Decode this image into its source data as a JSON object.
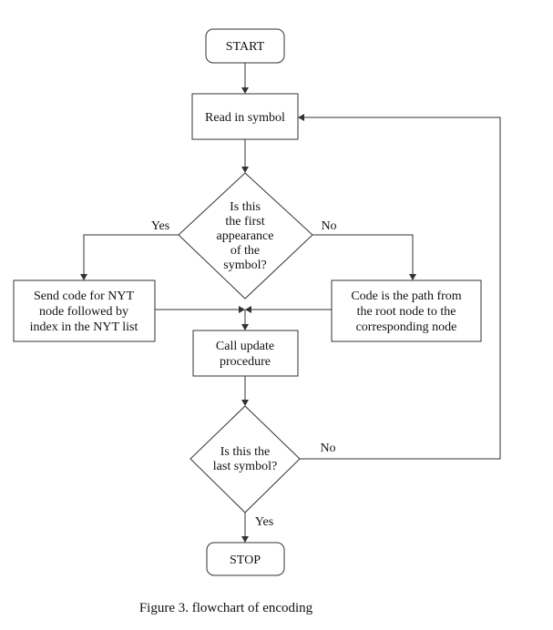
{
  "nodes": {
    "start": "START",
    "read": "Read in symbol",
    "first": [
      "Is this",
      "the first",
      "appearance",
      "of the",
      "symbol?"
    ],
    "nyt": [
      "Send code for NYT",
      "node followed by",
      "index in the NYT list"
    ],
    "path": [
      "Code is the path from",
      "the root node to the",
      "corresponding node"
    ],
    "update": [
      "Call update",
      "procedure"
    ],
    "last": [
      "Is this the",
      "last symbol?"
    ],
    "stop": "STOP"
  },
  "edge_labels": {
    "first_yes": "Yes",
    "first_no": "No",
    "last_no": "No",
    "last_yes": "Yes"
  },
  "caption": "Figure 3. flowchart of encoding"
}
